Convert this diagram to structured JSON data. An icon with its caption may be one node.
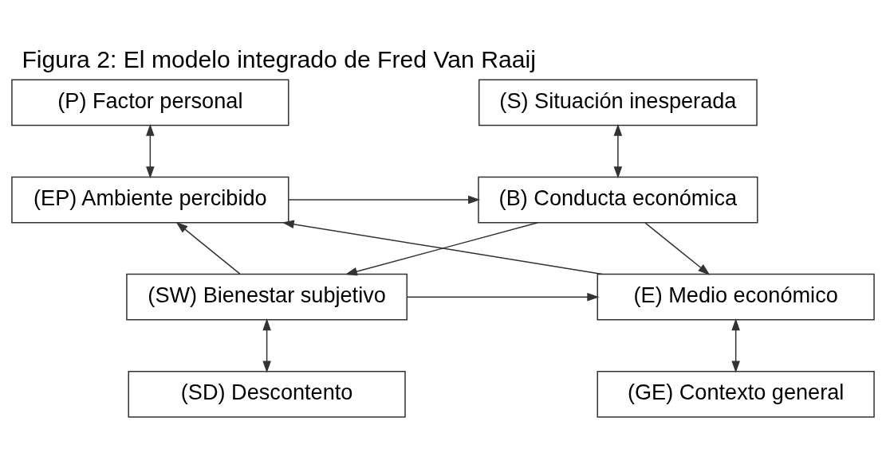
{
  "diagram": {
    "title": "Figura 2: El modelo integrado de Fred Van Raaij",
    "nodes": [
      {
        "text": [
          "(P) Factor personal"
        ]
      },
      {
        "text": [
          "(EP) Ambiente percibido"
        ]
      },
      {
        "text": [
          "(E) Medio económico"
        ]
      },
      {
        "text": [
          "(GE) Contexto general"
        ]
      },
      {
        "text": [
          "(S) Situación inesperada"
        ]
      },
      {
        "text": [
          "(B) Conducta económica"
        ]
      },
      {
        "text": [
          "(SW) Bienestar subjetivo"
        ]
      },
      {
        "text": [
          "(SD) Descontento"
        ]
      }
    ],
    "edges": [
      {
        "from": 0,
        "to": 1,
        "arrow": "both"
      },
      {
        "from": 1,
        "to": 5,
        "arrow": "to"
      },
      {
        "from": 5,
        "to": 2,
        "arrow": "to"
      },
      {
        "from": 6,
        "to": 1,
        "arrow": "to"
      },
      {
        "from": 6,
        "to": 2,
        "arrow": "to"
      },
      {
        "from": 2,
        "to": 1,
        "arrow": "to"
      },
      {
        "from": 2,
        "to": 3,
        "arrow": "both"
      },
      {
        "from": 4,
        "to": 5,
        "arrow": "both"
      },
      {
        "from": 5,
        "to": 6,
        "arrow": "to"
      },
      {
        "from": 6,
        "to": 7,
        "arrow": "both"
      }
    ]
  }
}
